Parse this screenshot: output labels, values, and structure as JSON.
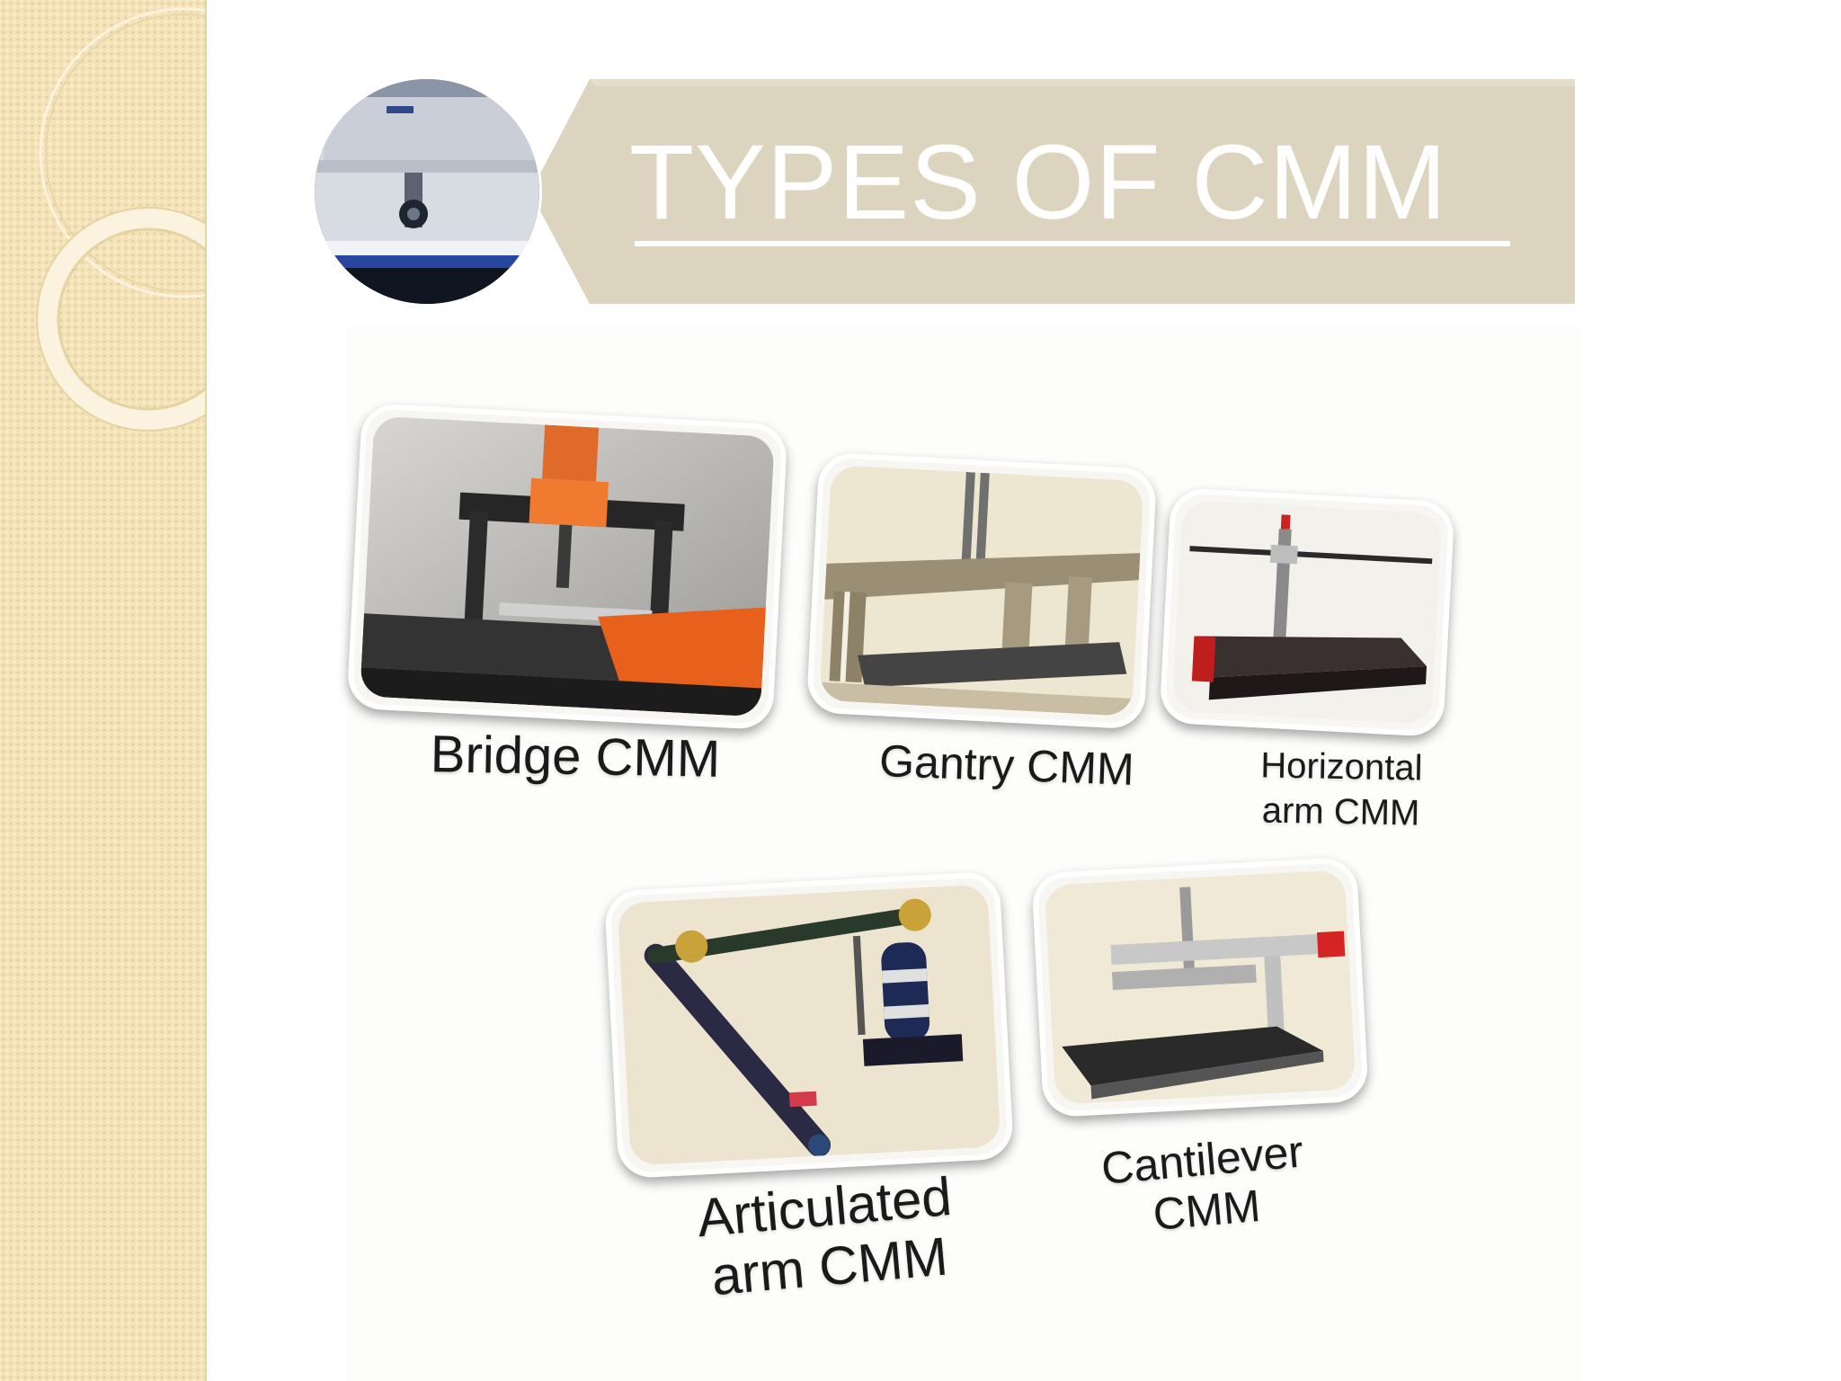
{
  "slide": {
    "title": "TYPES OF CMM",
    "colors": {
      "banner": "#dcd4bf",
      "title_text": "#ffffff",
      "left_strip": "#f4e3b8",
      "background": "#ffffff"
    },
    "cmm_types": [
      {
        "id": "bridge",
        "lines": [
          "Bridge CMM"
        ]
      },
      {
        "id": "gantry",
        "lines": [
          "Gantry CMM"
        ]
      },
      {
        "id": "horizontal",
        "lines": [
          "Horizontal",
          "arm CMM"
        ]
      },
      {
        "id": "articulated",
        "lines": [
          "Articulated",
          "arm CMM"
        ]
      },
      {
        "id": "cantilever",
        "lines": [
          "Cantilever",
          "CMM"
        ]
      }
    ]
  }
}
